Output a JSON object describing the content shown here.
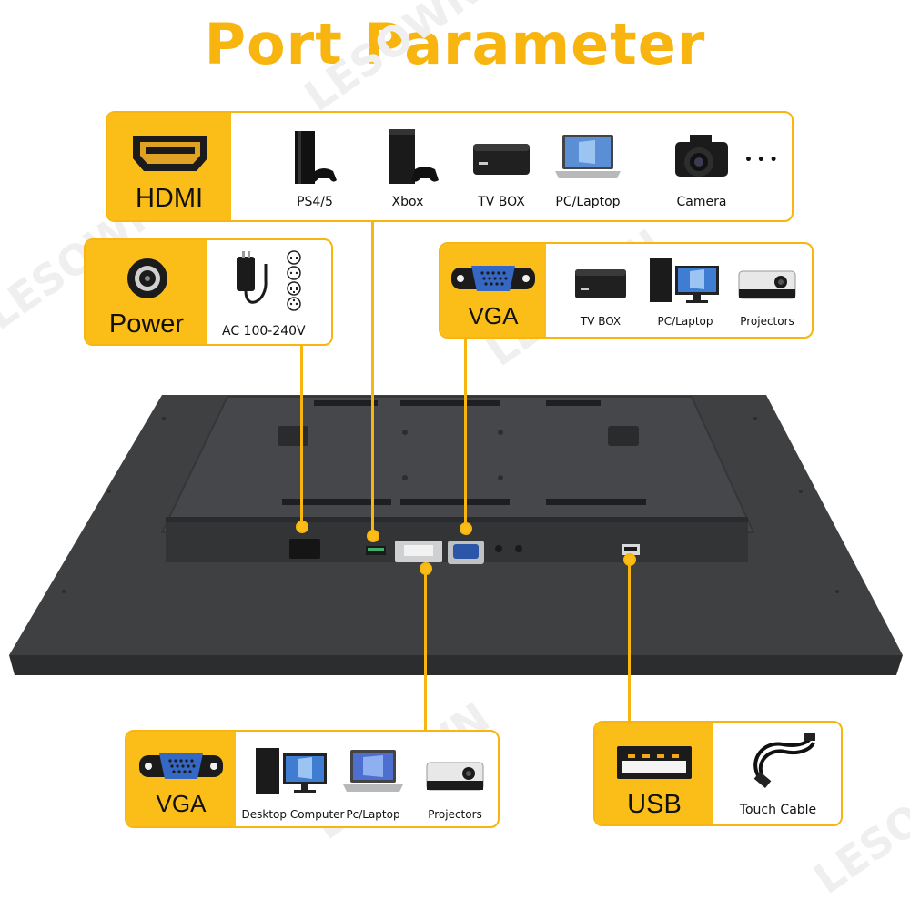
{
  "title": "Port Parameter",
  "watermark": "LESOWN",
  "colors": {
    "accent": "#f8b50f",
    "panel": "#fbbd18",
    "monitor": "#3a3b3d"
  },
  "hdmi": {
    "label": "HDMI",
    "icon": "hdmi-port-icon",
    "devices": [
      {
        "label": "PS4/5",
        "icon": "ps4-console-icon"
      },
      {
        "label": "Xbox",
        "icon": "xbox-console-icon"
      },
      {
        "label": "TV BOX",
        "icon": "tv-box-icon"
      },
      {
        "label": "PC/Laptop",
        "icon": "laptop-icon"
      },
      {
        "label": "Camera",
        "icon": "camera-icon"
      }
    ],
    "more": "• • •"
  },
  "power": {
    "label": "Power",
    "icon": "dc-jack-icon",
    "adapter_label": "AC 100-240V",
    "adapter_icon": "power-adapter-icon",
    "plug_icons": [
      "plug-type-icon",
      "plug-type-icon",
      "plug-type-icon",
      "plug-type-icon"
    ]
  },
  "vga_top": {
    "label": "VGA",
    "icon": "vga-port-icon",
    "devices": [
      {
        "label": "TV BOX",
        "icon": "tv-box-icon"
      },
      {
        "label": "PC/Laptop",
        "icon": "desktop-pc-icon"
      },
      {
        "label": "Projectors",
        "icon": "projector-icon"
      }
    ]
  },
  "vga_bottom": {
    "label": "VGA",
    "icon": "vga-port-icon",
    "devices": [
      {
        "label": "Desktop Computer",
        "icon": "desktop-pc-icon"
      },
      {
        "label": "Pc/Laptop",
        "icon": "laptop-icon"
      },
      {
        "label": "Projectors",
        "icon": "projector-icon"
      }
    ]
  },
  "usb": {
    "label": "USB",
    "icon": "usb-port-icon",
    "devices": [
      {
        "label": "Touch Cable",
        "icon": "usb-cable-icon"
      }
    ]
  },
  "monitor": {
    "icon": "monitor-back-panel-icon"
  }
}
